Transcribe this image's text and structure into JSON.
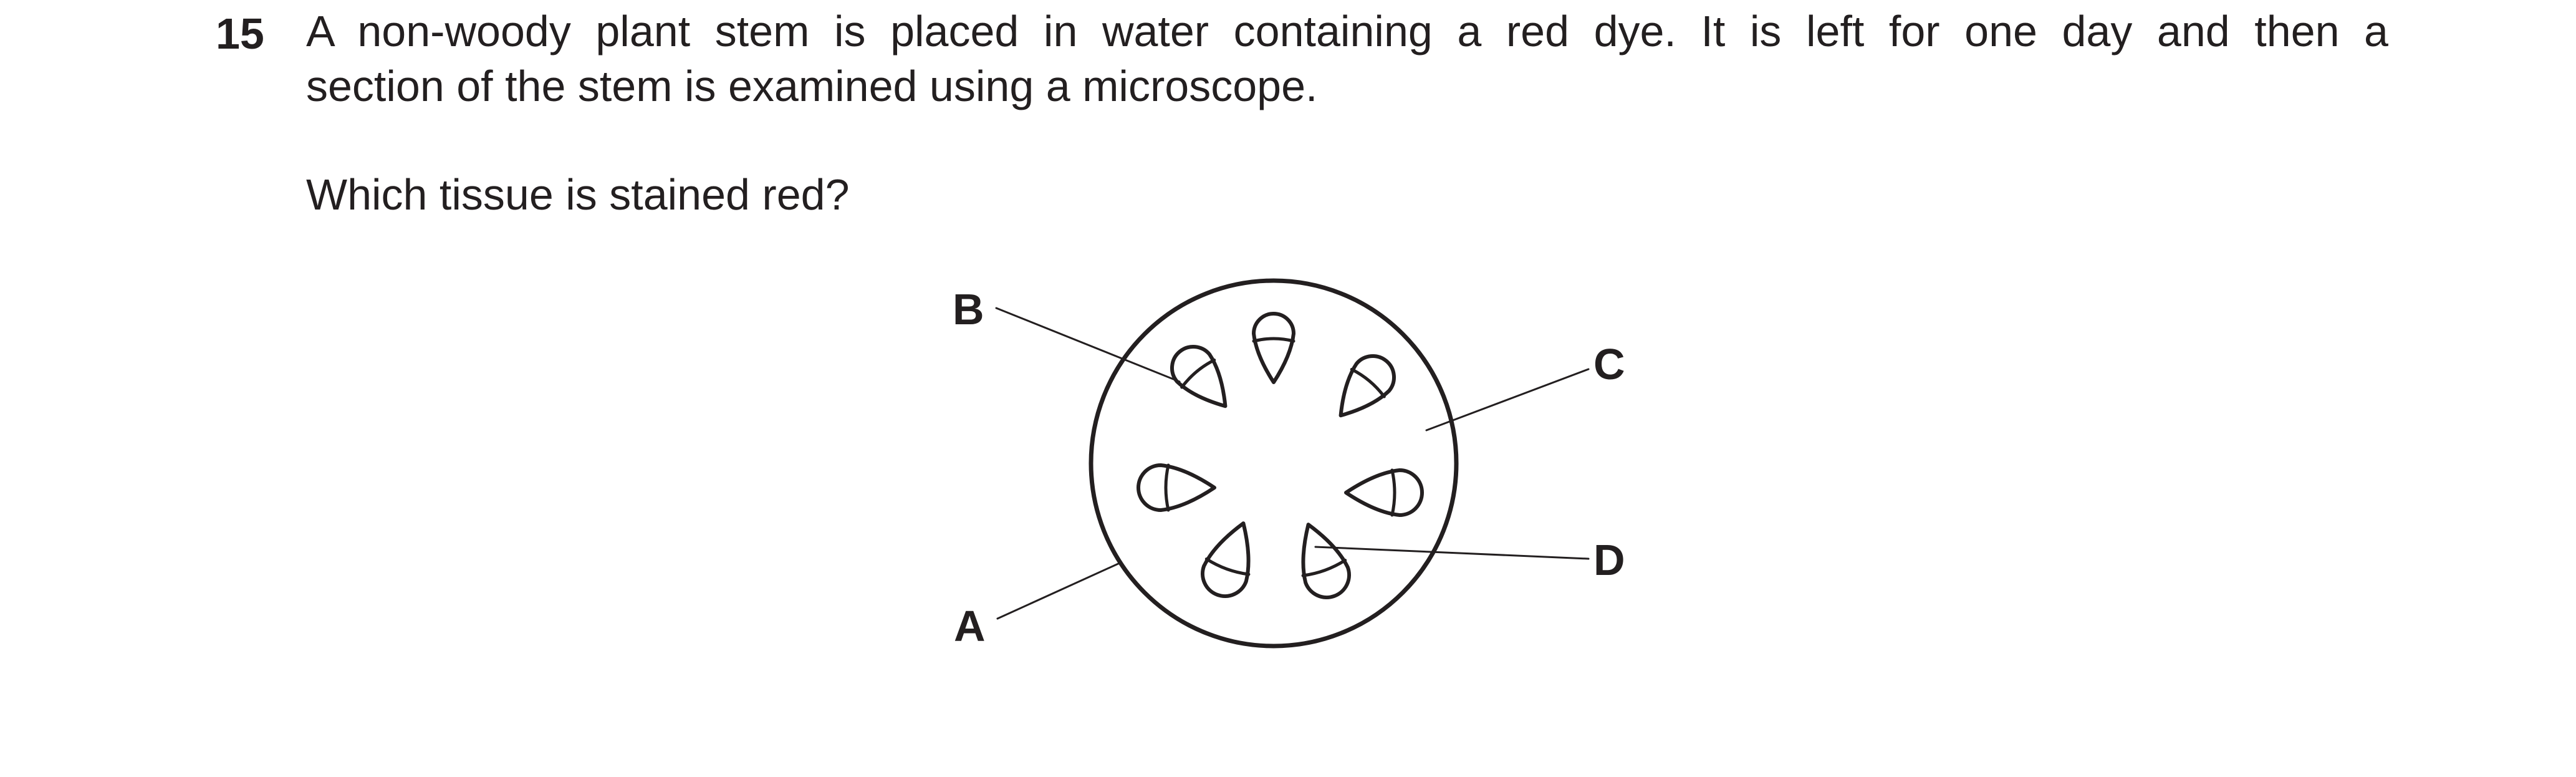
{
  "question": {
    "number": "15",
    "stem_line1": "A non-woody plant stem is placed in water containing a red dye. It is left for one day and then a",
    "stem_line2": "section of the stem is examined using a microscope.",
    "prompt": "Which tissue is stained red?"
  },
  "diagram": {
    "labels": {
      "a": "A",
      "b": "B",
      "c": "C",
      "d": "D"
    }
  }
}
